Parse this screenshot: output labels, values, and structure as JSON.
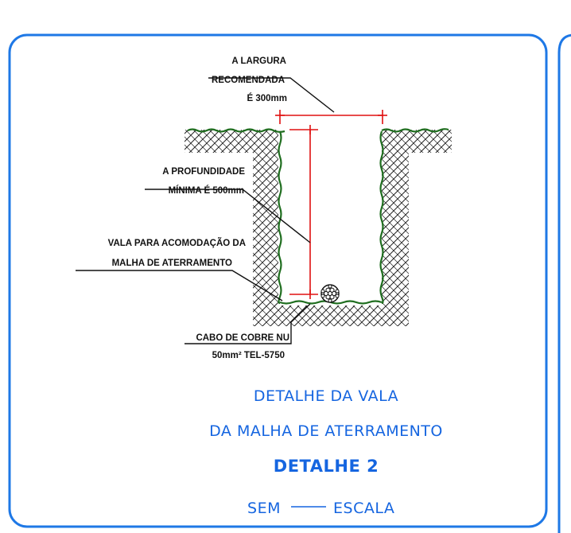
{
  "labels": {
    "width_line1": "A LARGURA",
    "width_line2": "RECOMENDADA",
    "width_line3": "É 300mm",
    "depth_line1": "A PROFUNDIDADE",
    "depth_line2": "MÍNIMA É 500mm",
    "trench_line1": "VALA PARA ACOMODAÇÃO DA",
    "trench_line2": "MALHA DE ATERRAMENTO",
    "cable_line1": "CABO DE COBRE NU",
    "cable_line2": "50mm² TEL-5750"
  },
  "title": {
    "line1": "DETALHE DA VALA",
    "line2": "DA MALHA DE ATERRAMENTO",
    "detail": "DETALHE 2",
    "scale_left": "SEM",
    "scale_right": "ESCALA"
  },
  "colors": {
    "frame": "#1e78e6",
    "title": "#1565e0",
    "dimension": "#e01010",
    "ground": "#1f6e1f",
    "hatch": "#222222",
    "leader": "#111111"
  }
}
